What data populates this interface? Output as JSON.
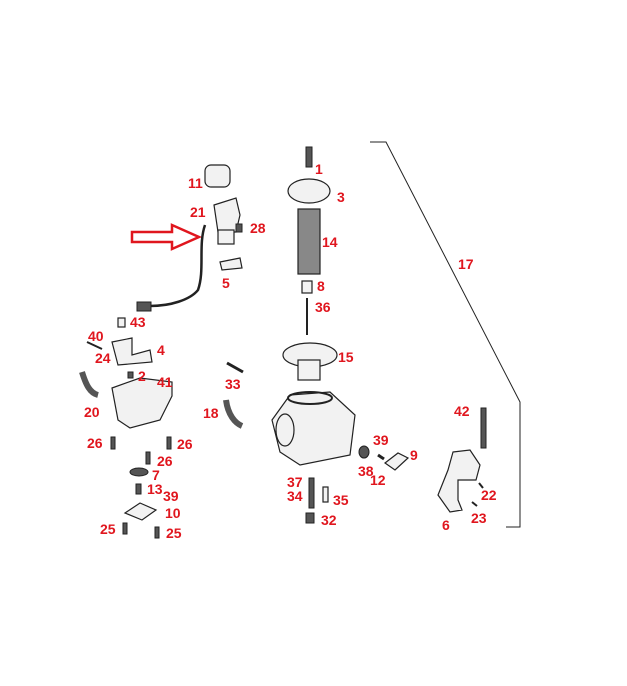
{
  "diagram": {
    "type": "exploded parts diagram (carburetor)",
    "colors": {
      "label": "#e0161e",
      "arrow": "#e0161e",
      "lines": "#222222"
    },
    "labels": [
      "11",
      "21",
      "28",
      "5",
      "43",
      "40",
      "24",
      "4",
      "2",
      "41",
      "20",
      "26",
      "26",
      "26",
      "7",
      "13",
      "39",
      "10",
      "25",
      "25",
      "1",
      "3",
      "14",
      "8",
      "36",
      "15",
      "33",
      "18",
      "17",
      "39",
      "38",
      "12",
      "9",
      "37",
      "34",
      "35",
      "32",
      "42",
      "22",
      "23",
      "6"
    ]
  }
}
